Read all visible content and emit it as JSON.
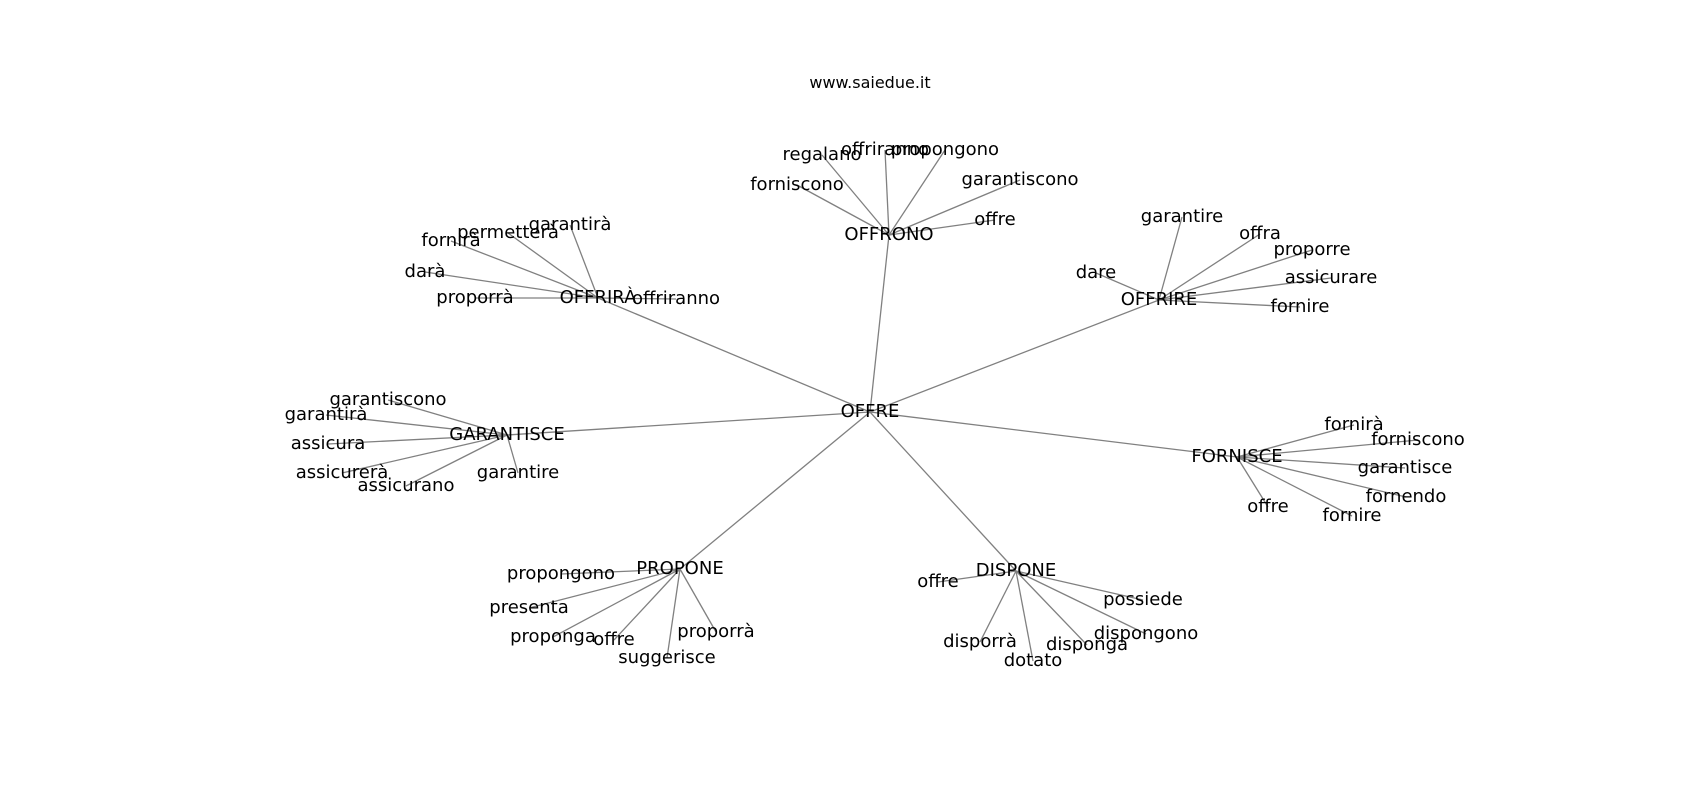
{
  "site": "www.saiedue.it",
  "graph": {
    "root": "OFFRE",
    "groups": [
      {
        "hub": "OFFRONO",
        "leaves": [
          "regalano",
          "offriranno",
          "propongono",
          "forniscono",
          "garantiscono",
          "offre"
        ]
      },
      {
        "hub": "OFFRIRÀ",
        "leaves": [
          "garantirà",
          "permetterà",
          "fornirà",
          "darà",
          "proporrà",
          "offriranno"
        ]
      },
      {
        "hub": "OFFRIRE",
        "leaves": [
          "garantire",
          "offra",
          "proporre",
          "dare",
          "assicurare",
          "fornire"
        ]
      },
      {
        "hub": "GARANTISCE",
        "leaves": [
          "garantiscono",
          "garantirà",
          "assicura",
          "assicurerà",
          "assicurano",
          "garantire"
        ]
      },
      {
        "hub": "FORNISCE",
        "leaves": [
          "fornirà",
          "forniscono",
          "garantisce",
          "fornendo",
          "offre",
          "fornire"
        ]
      },
      {
        "hub": "PROPONE",
        "leaves": [
          "propongono",
          "presenta",
          "proponga",
          "offre",
          "suggerisce",
          "proporrà"
        ]
      },
      {
        "hub": "DISPONE",
        "leaves": [
          "offre",
          "possiede",
          "dispongono",
          "disporrà",
          "disponga",
          "dotato"
        ]
      }
    ]
  }
}
